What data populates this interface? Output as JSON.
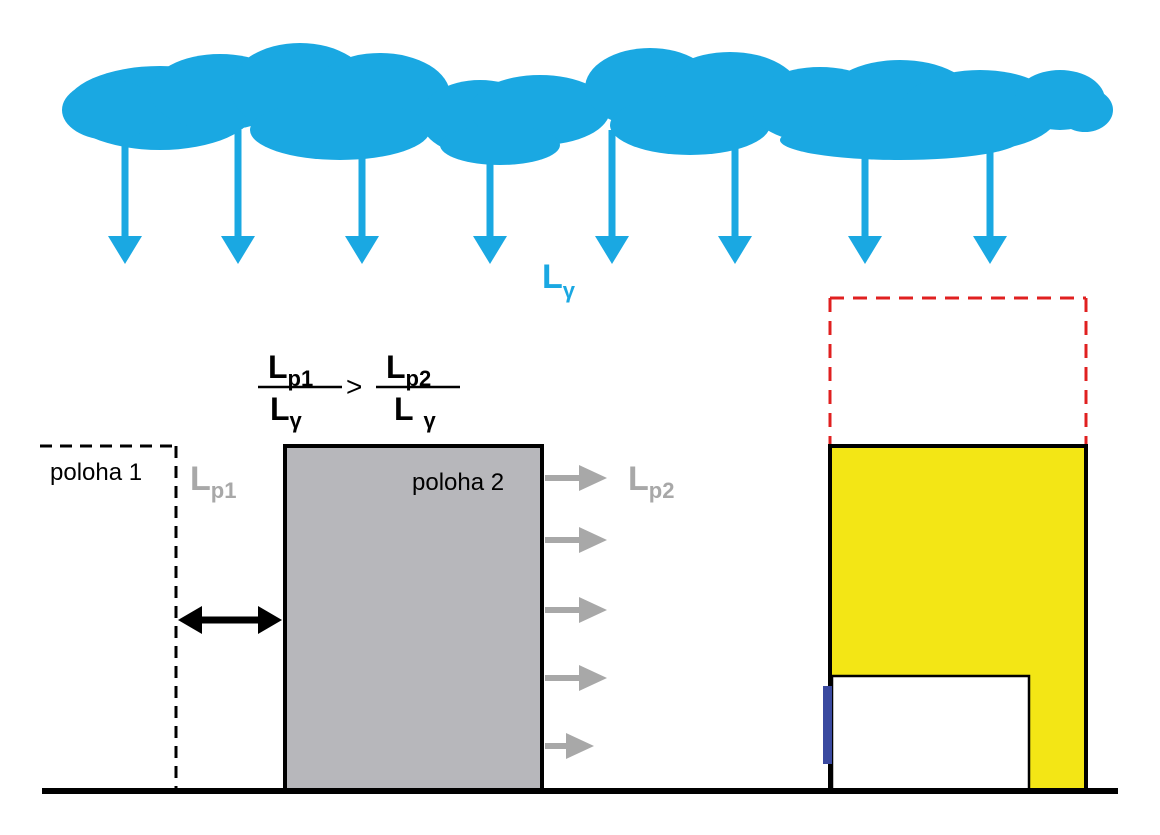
{
  "colors": {
    "cloud": "#1aa8e2",
    "rain_arrow": "#1aa8e2",
    "building": "#b7b7bb",
    "house": "#f3e615",
    "dashed_outline": "#e02020",
    "gray_arrow": "#a8a8a8",
    "door": "#3a4aa0",
    "ground": "#000000"
  },
  "labels": {
    "l_gamma": {
      "main": "L",
      "sub": "γ"
    },
    "l_p1": {
      "main": "L",
      "sub": "p1"
    },
    "l_p2": {
      "main": "L",
      "sub": "p2"
    },
    "poloha1": "poloha 1",
    "poloha2": "poloha 2"
  },
  "formula": {
    "left_num": {
      "main": "L",
      "sub": "p1"
    },
    "left_den": {
      "main": "L",
      "sub": "γ"
    },
    "operator": ">",
    "right_num": {
      "main": "L",
      "sub": "p2"
    },
    "right_den": {
      "main": "L",
      "sub": "γ"
    }
  },
  "icons": {
    "cloud": "cloud-icon",
    "rain": "down-arrow-icon",
    "radiation": "right-arrow-icon",
    "move": "double-arrow-icon"
  }
}
